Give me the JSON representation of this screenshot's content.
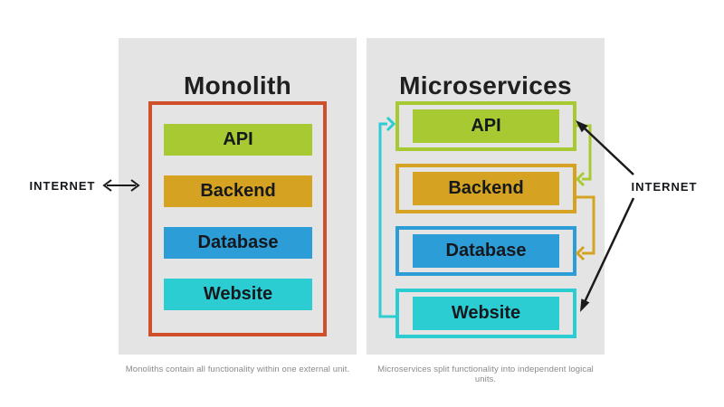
{
  "left_panel": {
    "title": "Monolith",
    "caption": "Monoliths contain all functionality within one external unit.",
    "container_border_color": "#d04f2b",
    "services": [
      {
        "label": "API",
        "color": "#a7c931"
      },
      {
        "label": "Backend",
        "color": "#d5a321"
      },
      {
        "label": "Database",
        "color": "#2d9dd8"
      },
      {
        "label": "Website",
        "color": "#2bcdd3"
      }
    ]
  },
  "right_panel": {
    "title": "Microservices",
    "caption": "Microservices split functionality into independent logical units.",
    "services": [
      {
        "label": "API",
        "color": "#a7c931"
      },
      {
        "label": "Backend",
        "color": "#d5a321"
      },
      {
        "label": "Database",
        "color": "#2d9dd8"
      },
      {
        "label": "Website",
        "color": "#2bcdd3"
      }
    ]
  },
  "internet_label_left": "INTERNET",
  "internet_label_right": "INTERNET",
  "colors": {
    "page_background": "#ffffff",
    "panel_background": "#e4e4e4",
    "heading_text": "#1f1f1f",
    "label_text": "#15181c",
    "caption_text": "#8a8a8a",
    "arrow_black": "#1a1a1a",
    "monolith_border_red": "#d04f2b",
    "api_lime": "#a7c931",
    "backend_gold": "#d5a321",
    "database_blue": "#2d9dd8",
    "website_cyan": "#2bcdd3"
  }
}
